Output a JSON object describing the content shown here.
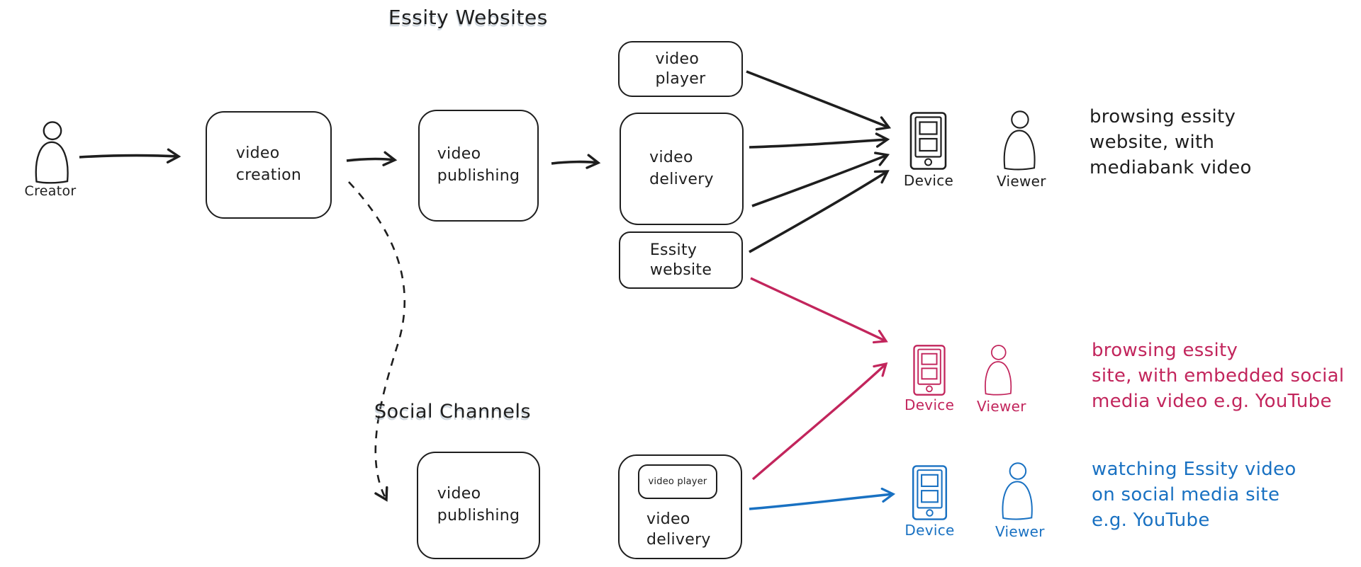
{
  "colors": {
    "ink": "#1e1e1e",
    "red": "#c2255c",
    "blue": "#1971c2"
  },
  "sections": {
    "top_title": "Essity Websites",
    "bottom_title": "Social Channels"
  },
  "nodes": {
    "creator_label": "Creator",
    "video_creation": "video\ncreation",
    "video_publishing_top": "video\npublishing",
    "video_player_top": "video\nplayer",
    "video_delivery_top": "video\ndelivery",
    "essity_website": "Essity\nwebsite",
    "video_publishing_bottom": "video\npublishing",
    "video_delivery_bottom": "video\ndelivery",
    "video_player_inner": "video player"
  },
  "endpoints": {
    "web": {
      "device": "Device",
      "viewer": "Viewer",
      "note": "browsing essity\nwebsite, with\nmediabank video"
    },
    "embedded": {
      "device": "Device",
      "viewer": "Viewer",
      "note": "browsing essity\nsite, with embedded social\nmedia video e.g. YouTube"
    },
    "social": {
      "device": "Device",
      "viewer": "Viewer",
      "note": "watching Essity video\non social media site\ne.g. YouTube"
    }
  }
}
